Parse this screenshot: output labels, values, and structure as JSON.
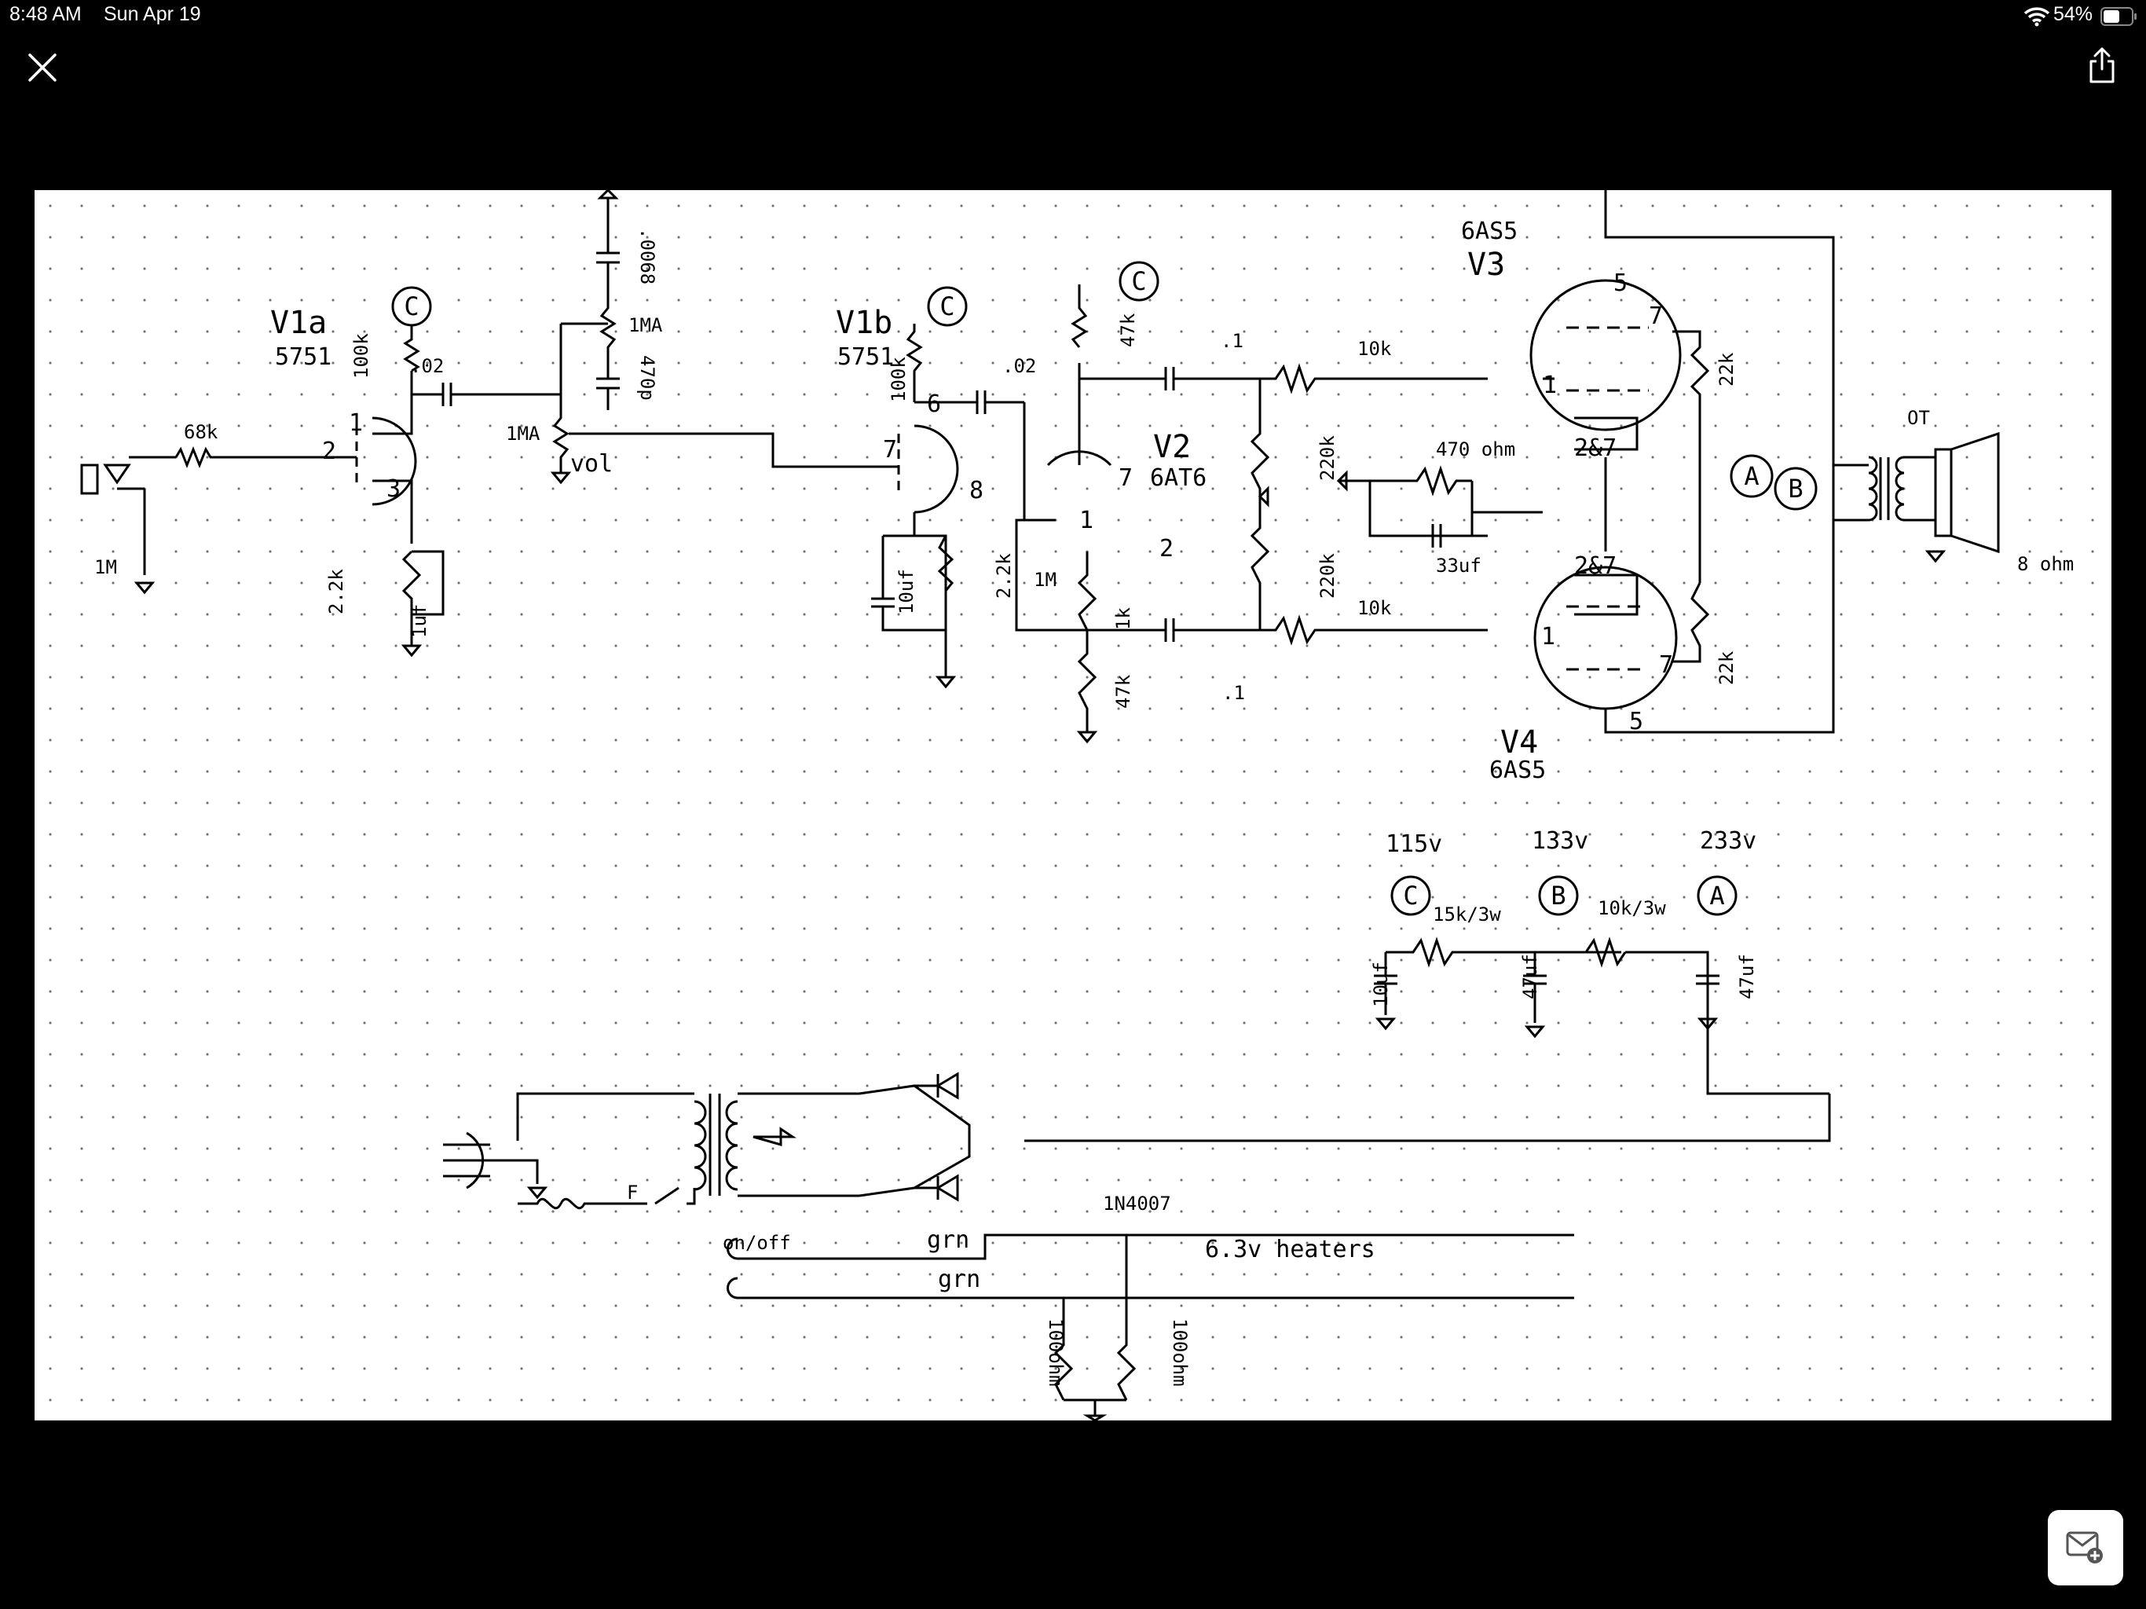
{
  "status_bar": {
    "time": "8:48 AM",
    "date": "Sun Apr 19",
    "battery": "54%",
    "icons": [
      "wifi-icon",
      "battery-icon"
    ]
  },
  "toolbar": {
    "close_icon": "close-icon",
    "share_icon": "share-icon",
    "markup_icon": "mail-add-icon"
  },
  "schematic": {
    "tubes": {
      "v1a_name": "V1a",
      "v1a_type": "5751",
      "v1b_name": "V1b",
      "v1b_type": "5751",
      "v2_name": "V2",
      "v2_type": "6AT6",
      "v3_name": "V3",
      "v3_type": "6AS5",
      "v4_name": "V4",
      "v4_type": "6AS5"
    },
    "pins": {
      "v1a_1": "1",
      "v1a_2": "2",
      "v1a_3": "3",
      "v1b_6": "6",
      "v1b_7": "7",
      "v1b_8": "8",
      "v2_7": "7",
      "v2_1": "1",
      "v2_2": "2",
      "v3_5": "5",
      "v3_7": "7",
      "v3_1": "1",
      "v3_27": "2&7",
      "v4_27": "2&7",
      "v4_1": "1",
      "v4_7": "7",
      "v4_5": "5"
    },
    "nodes": {
      "c": "C",
      "b": "B",
      "a": "A"
    },
    "components": {
      "r68k": "68k",
      "r1m_in": "1M",
      "r100k_a": "100k",
      "c02_a": ".02",
      "r2k2_a": "2.2k",
      "c1uf": "1uf",
      "c0068": ".0068",
      "r1ma_top": "1MA",
      "c470p": "470p",
      "r1ma_vol": "1MA",
      "vol": "vol",
      "r100k_b": "100k",
      "c02_b": ".02",
      "c10uf_b": "10uf",
      "r2k2_b": "2.2k",
      "r47k_top": "47k",
      "c1_top": ".1",
      "r1m_v2": "1M",
      "r1k": "1k",
      "r47k_bot": "47k",
      "c1_bot": ".1",
      "r10k_top": "10k",
      "r10k_bot": "10k",
      "r220k_top": "220k",
      "r220k_bot": "220k",
      "r470ohm": "470 ohm",
      "c33uf": "33uf",
      "r22k_top": "22k",
      "r22k_bot": "22k",
      "ot": "OT",
      "speaker": "8 ohm"
    },
    "power": {
      "v115": "115v",
      "v133": "133v",
      "v233": "233v",
      "r15k": "15k/3w",
      "r10k3w": "10k/3w",
      "c10uf": "10uf",
      "c47uf_b": "47uf",
      "c47uf_a": "47uf",
      "fuse": "F",
      "switch": "on/off",
      "diode": "1N4007",
      "grn1": "grn",
      "grn2": "grn",
      "heaters": "6.3v heaters",
      "r100ohm_1": "100ohm",
      "r100ohm_2": "100ohm"
    }
  }
}
